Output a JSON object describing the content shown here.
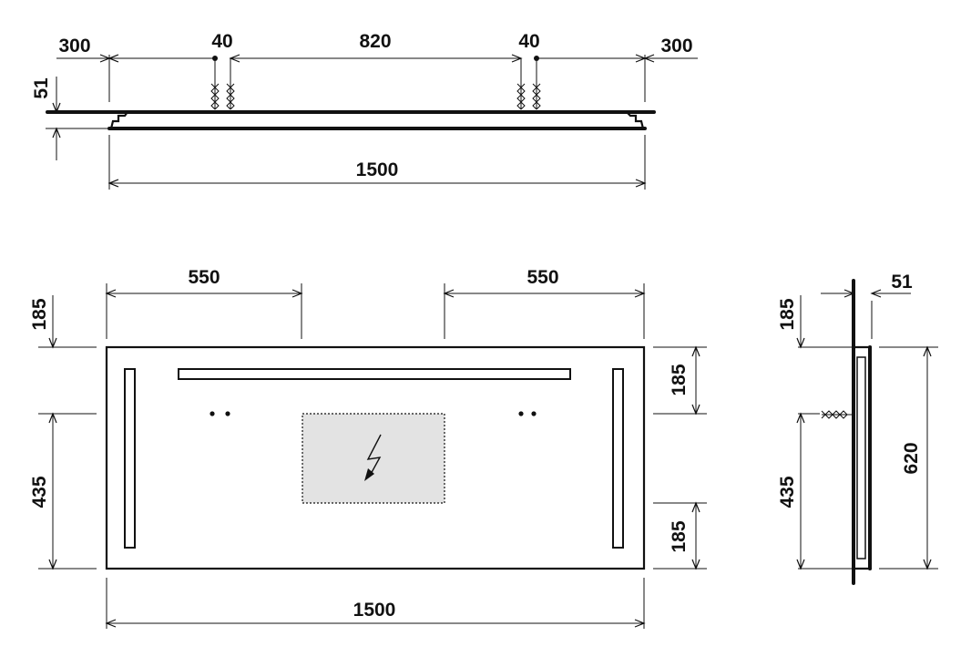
{
  "colors": {
    "line": "#111111",
    "background": "#ffffff",
    "socket_area_fill": "#e3e3e3"
  },
  "icons": {
    "electrical_symbol": "lightning-bolt-icon"
  },
  "top_view": {
    "left_offset": "300",
    "left_fixing_gap": "40",
    "fixing_spacing": "820",
    "right_fixing_gap": "40",
    "right_offset": "300",
    "depth": "51",
    "overall_width": "1500"
  },
  "front_view": {
    "left_light_zone": "550",
    "right_light_zone": "550",
    "top_margin": "185",
    "fixing_height": "435",
    "right_top_zone": "185",
    "right_bottom_zone": "185",
    "overall_width": "1500"
  },
  "side_view": {
    "depth": "51",
    "top_margin": "185",
    "fixing_height": "435",
    "overall_height": "620"
  }
}
